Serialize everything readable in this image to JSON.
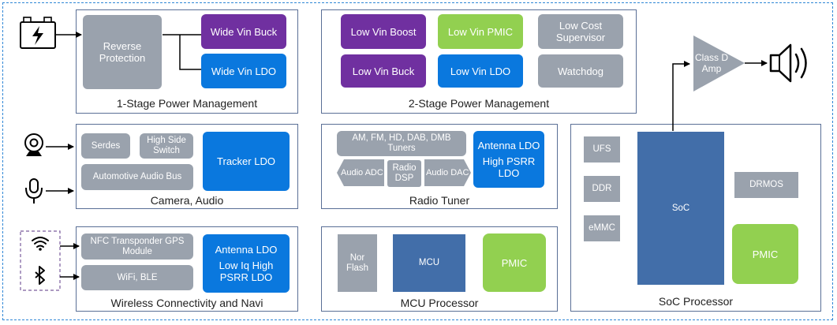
{
  "stage1": {
    "title": "1-Stage Power Management",
    "reverse_protection": "Reverse Protection",
    "wide_vin_buck": "Wide Vin Buck",
    "wide_vin_ldo": "Wide Vin LDO"
  },
  "stage2": {
    "title": "2-Stage Power Management",
    "low_vin_boost": "Low Vin Boost",
    "low_vin_pmic": "Low Vin PMIC",
    "low_cost_supervisor": "Low Cost Supervisor",
    "low_vin_buck": "Low Vin Buck",
    "low_vin_ldo": "Low Vin LDO",
    "watchdog": "Watchdog"
  },
  "camera_audio": {
    "title": "Camera, Audio",
    "serdes": "Serdes",
    "high_side_switch": "High Side Switch",
    "automotive_audio_bus": "Automotive Audio Bus",
    "tracker_ldo": "Tracker LDO"
  },
  "radio_tuner": {
    "title": "Radio Tuner",
    "tuners": "AM, FM, HD, DAB, DMB Tuners",
    "audio_adc": "Audio ADC",
    "radio_dsp": "Radio DSP",
    "audio_dac": "Audio DAC",
    "antenna_ldo": "Antenna LDO",
    "high_psrr_ldo": "High PSRR LDO"
  },
  "wireless": {
    "title": "Wireless Connectivity and Navi",
    "nfc_gps": "NFC Transponder GPS Module",
    "wifi_ble": "WiFi, BLE",
    "antenna_ldo": "Antenna LDO",
    "low_iq_ldo": "Low Iq High PSRR LDO"
  },
  "mcu": {
    "title": "MCU Processor",
    "nor_flash": "Nor Flash",
    "mcu": "MCU",
    "pmic": "PMIC"
  },
  "soc": {
    "title": "SoC Processor",
    "ufs": "UFS",
    "ddr": "DDR",
    "emmc": "eMMC",
    "soc": "SoC",
    "drmos": "DRMOS",
    "pmic": "PMIC"
  },
  "amp": {
    "label": "Class D Amp"
  },
  "icons": [
    "battery-icon",
    "webcam-icon",
    "microphone-icon",
    "wifi-icon",
    "bluetooth-icon",
    "speaker-icon"
  ],
  "colors": {
    "purple": "#7030a0",
    "blue": "#0a78de",
    "green": "#92d050",
    "gray": "#9aa2ad",
    "navy": "#426ea9",
    "border": "#5a6f96",
    "dashed": "#2e86d6"
  }
}
